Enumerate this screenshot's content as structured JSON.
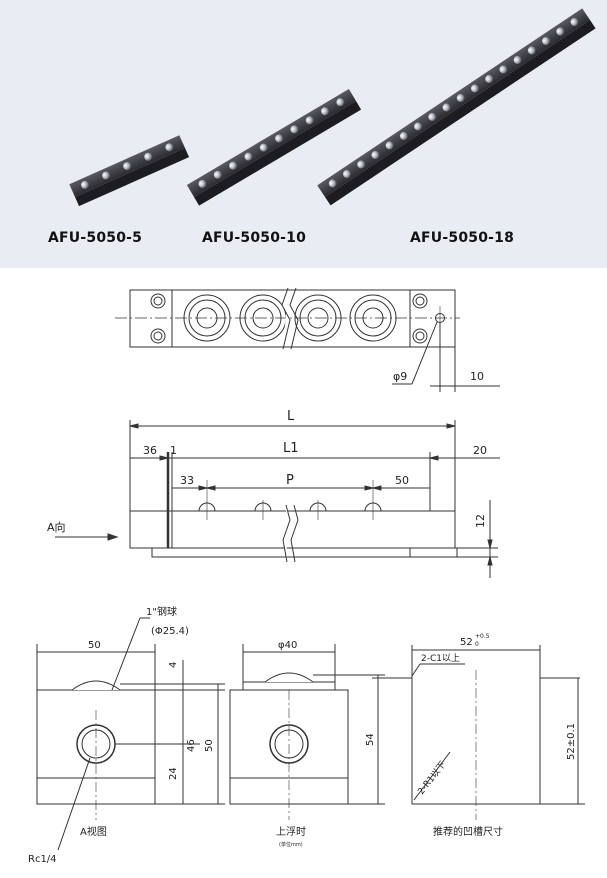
{
  "products": [
    {
      "label": "AFU-5050-5",
      "balls": 5
    },
    {
      "label": "AFU-5050-10",
      "balls": 10
    },
    {
      "label": "AFU-5050-18",
      "balls": 18
    }
  ],
  "top_view": {
    "hole_dia": "φ9",
    "edge_dim": "10"
  },
  "side_view": {
    "L": "L",
    "L1": "L1",
    "P": "P",
    "d36": "36",
    "d1": "1",
    "d20": "20",
    "d33": "33",
    "d50": "50",
    "d12": "12",
    "a_arrow": "A向"
  },
  "section_a": {
    "ball_label": "1\"钢球",
    "ball_dia": "(Φ25.4)",
    "width": "50",
    "d4": "4",
    "d46": "46",
    "d50h": "50",
    "d24": "24",
    "thread": "Rc1/4",
    "caption": "A视图"
  },
  "section_float": {
    "dia": "φ40",
    "height": "54",
    "caption": "上浮时",
    "unit_note": "(单位mm)"
  },
  "slot": {
    "width": "52",
    "tol_sup": "+0.5",
    "tol_sub": "0",
    "chamfer": "2-C1以上",
    "radius": "2-R1以下",
    "height": "52±0.1",
    "caption": "推荐的凹槽尺寸"
  },
  "colors": {
    "photo_bg": "#e9edf3",
    "line": "#333333",
    "rail": "#2b2b30"
  }
}
